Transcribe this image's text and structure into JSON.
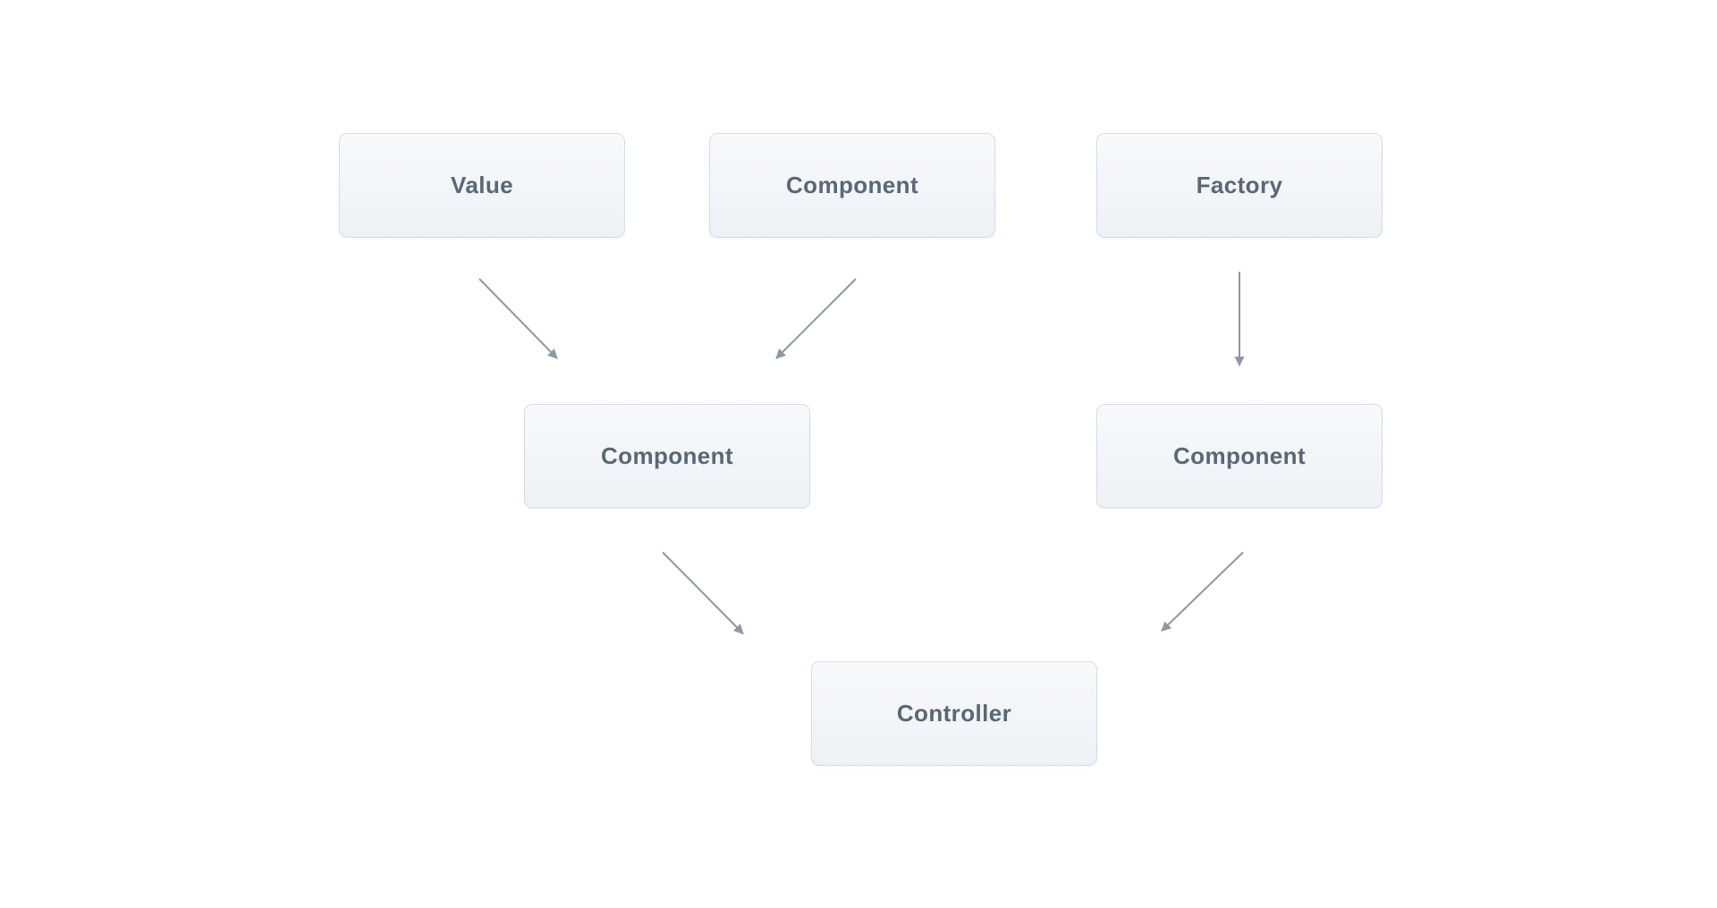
{
  "diagram": {
    "nodes": [
      {
        "id": "value",
        "label": "Value"
      },
      {
        "id": "component-top",
        "label": "Component"
      },
      {
        "id": "factory",
        "label": "Factory"
      },
      {
        "id": "component-left",
        "label": "Component"
      },
      {
        "id": "component-right",
        "label": "Component"
      },
      {
        "id": "controller",
        "label": "Controller"
      }
    ],
    "edges": [
      {
        "from": "value",
        "to": "component-left"
      },
      {
        "from": "component-top",
        "to": "component-left"
      },
      {
        "from": "factory",
        "to": "component-right"
      },
      {
        "from": "component-left",
        "to": "controller"
      },
      {
        "from": "component-right",
        "to": "controller"
      }
    ],
    "colors": {
      "canvas_background": "#ffffff",
      "node_fill_top": "#f7f9fb",
      "node_fill_bottom": "#edf1f6",
      "node_border": "#d3dce4",
      "node_text": "#5b6774",
      "arrow": "#8d98a3"
    }
  }
}
